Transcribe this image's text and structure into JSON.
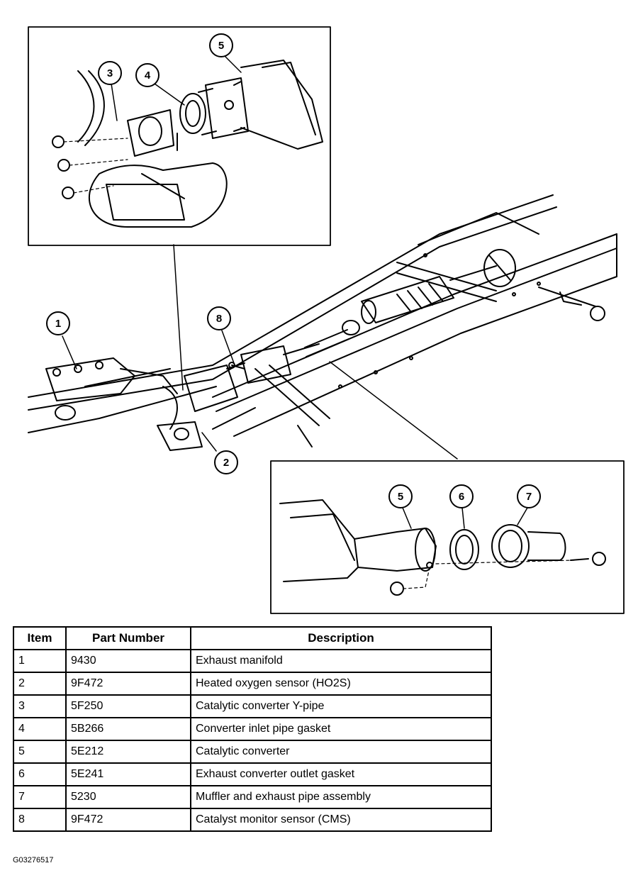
{
  "callouts": {
    "c1": "1",
    "c2": "2",
    "c3": "3",
    "c4": "4",
    "c5_top": "5",
    "c5_bottom": "5",
    "c6": "6",
    "c7": "7",
    "c8": "8"
  },
  "table": {
    "headers": [
      "Item",
      "Part Number",
      "Description"
    ],
    "rows": [
      {
        "item": "1",
        "part_number": "9430",
        "description": "Exhaust manifold"
      },
      {
        "item": "2",
        "part_number": "9F472",
        "description": "Heated oxygen sensor (HO2S)"
      },
      {
        "item": "3",
        "part_number": "5F250",
        "description": "Catalytic converter Y-pipe"
      },
      {
        "item": "4",
        "part_number": "5B266",
        "description": "Converter inlet pipe gasket"
      },
      {
        "item": "5",
        "part_number": "5E212",
        "description": "Catalytic converter"
      },
      {
        "item": "6",
        "part_number": "5E241",
        "description": "Exhaust converter outlet gasket"
      },
      {
        "item": "7",
        "part_number": "5230",
        "description": "Muffler and exhaust pipe assembly"
      },
      {
        "item": "8",
        "part_number": "9F472",
        "description": "Catalyst monitor sensor (CMS)"
      }
    ]
  },
  "figure_id": "G03276517"
}
